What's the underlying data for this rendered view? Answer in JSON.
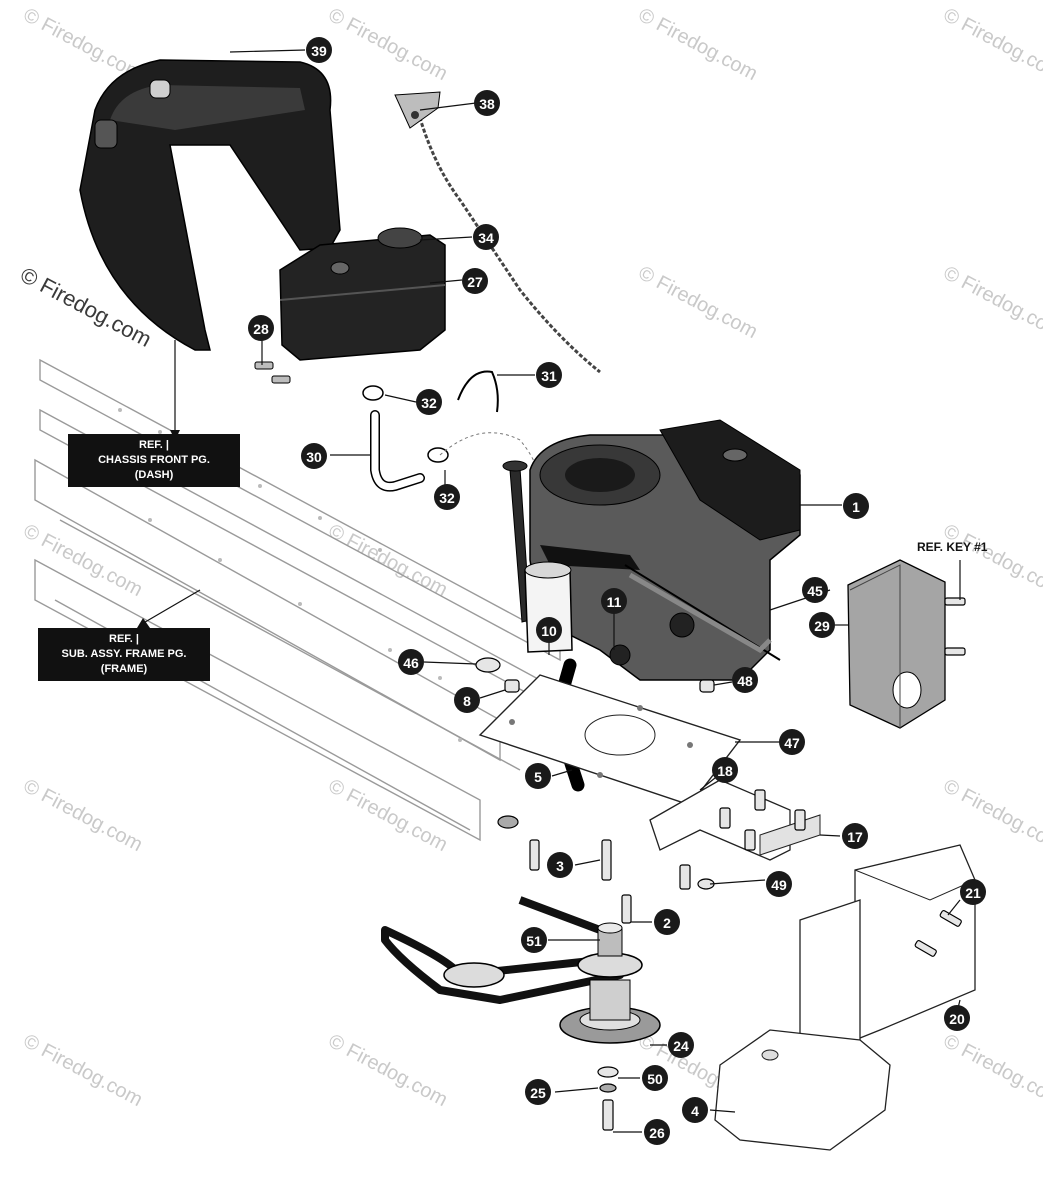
{
  "watermark": {
    "text": "© Firedog.com"
  },
  "reference_notes": {
    "chassis": [
      "REF. |",
      "CHASSIS FRONT PG.",
      "(DASH)"
    ],
    "frame": [
      "REF. |",
      "SUB. ASSY. FRAME PG.",
      "(FRAME)"
    ],
    "ref_key": "REF. KEY #1"
  },
  "callouts": [
    {
      "id": "1"
    },
    {
      "id": "2"
    },
    {
      "id": "3"
    },
    {
      "id": "4"
    },
    {
      "id": "5"
    },
    {
      "id": "8"
    },
    {
      "id": "10"
    },
    {
      "id": "11"
    },
    {
      "id": "17"
    },
    {
      "id": "18"
    },
    {
      "id": "20"
    },
    {
      "id": "21"
    },
    {
      "id": "24"
    },
    {
      "id": "25"
    },
    {
      "id": "26"
    },
    {
      "id": "27"
    },
    {
      "id": "28"
    },
    {
      "id": "29"
    },
    {
      "id": "30"
    },
    {
      "id": "31"
    },
    {
      "id": "32a",
      "label": "32"
    },
    {
      "id": "32b",
      "label": "32"
    },
    {
      "id": "34"
    },
    {
      "id": "38"
    },
    {
      "id": "39"
    },
    {
      "id": "45"
    },
    {
      "id": "46"
    },
    {
      "id": "47"
    },
    {
      "id": "48"
    },
    {
      "id": "49"
    },
    {
      "id": "50"
    },
    {
      "id": "51"
    }
  ],
  "colors": {
    "ink": "#111111",
    "part_fill": "#3b3b3b",
    "part_mid": "#6e6e6e",
    "part_light": "#bdbdbd",
    "watermark": "#c9c9c9"
  }
}
